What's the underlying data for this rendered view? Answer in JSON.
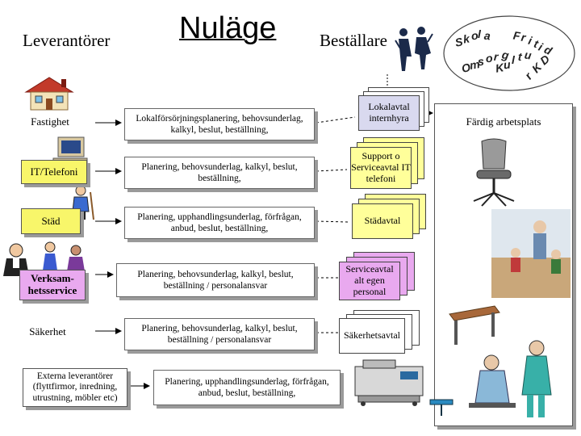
{
  "headers": {
    "title": "Nuläge",
    "suppliers": "Leverantörer",
    "customers": "Beställare"
  },
  "customer_words": [
    "S",
    "k",
    "o",
    "l",
    "a",
    "F",
    "r",
    "i",
    "t",
    "i",
    "d",
    "O",
    "m",
    "s",
    "o",
    "r",
    "g",
    "K",
    "u",
    "l",
    "t",
    "u",
    "r",
    "K",
    "D",
    "F"
  ],
  "rows": [
    {
      "supplier": "Fastighet",
      "process": "Lokalförsörjningsplanering, behovsunderlag, kalkyl, beslut, beställning,",
      "agreement": "Lokalavtal internhyra"
    },
    {
      "supplier": "IT/Telefoni",
      "process": "Planering, behovsunderlag, kalkyl, beslut, beställning,",
      "agreement": "Support o Serviceavtal IT telefoni"
    },
    {
      "supplier": "Städ",
      "process": "Planering, upphandlingsunderlag, förfrågan, anbud, beslut, beställning,",
      "agreement": "Städavtal"
    },
    {
      "supplier": "Verksam-hetsservice",
      "process": "Planering, behovsunderlag, kalkyl, beslut, beställning / personalansvar",
      "agreement": "Serviceavtal alt egen personal"
    },
    {
      "supplier": "Säkerhet",
      "process": "Planering, behovsunderlag, kalkyl, beslut, beställning / personalansvar",
      "agreement": "Säkerhetsavtal"
    },
    {
      "supplier": "Externa leverantörer (flyttfirmor, inredning, utrustning, möbler etc)",
      "process": "Planering, upphandlingsunderlag, förfrågan, anbud, beslut, beställning,"
    }
  ],
  "workplace": "Färdig arbetsplats",
  "colors": {
    "pink": "#e9a9ef",
    "yellow": "#f8f66a",
    "olive": "#7a7a2a",
    "agreement_1": "#d9d9ef",
    "agreement_2": "#ffff9a",
    "agreement_3": "#ffff9a",
    "agreement_4": "#e9a9ef",
    "agreement_5": "#ffffff"
  }
}
